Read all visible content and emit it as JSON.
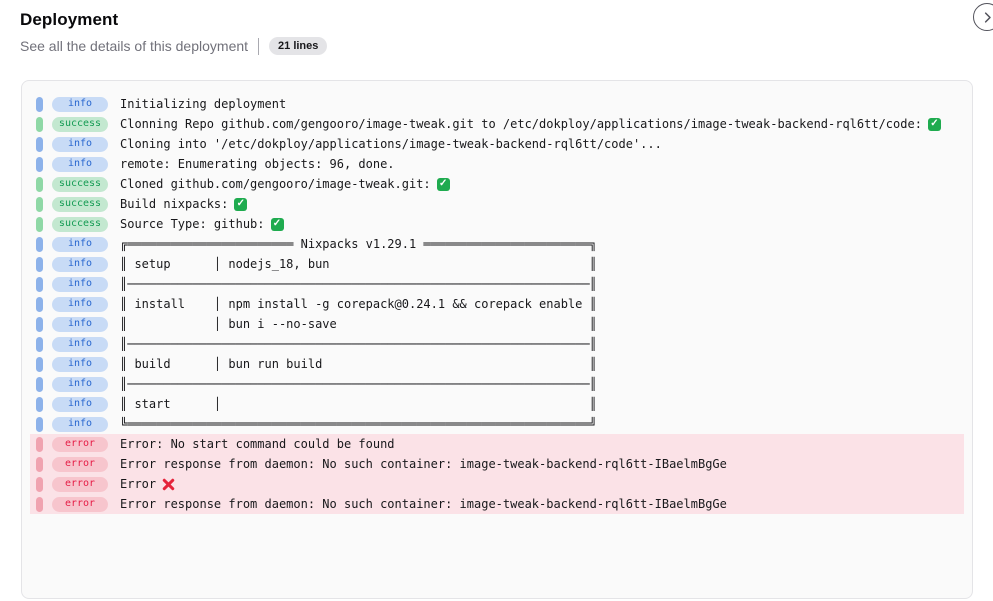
{
  "header": {
    "title": "Deployment",
    "subtitle": "See all the details of this deployment",
    "lines_badge": "21 lines"
  },
  "icons": {
    "check_emoji": "✓",
    "cross_emoji": "✕",
    "close_button": "chevron-right"
  },
  "colors": {
    "info_bar": "#8db2ea",
    "info_badge_bg": "#c8dbf6",
    "info_badge_text": "#2766cf",
    "success_bar": "#8fd8a6",
    "success_badge_bg": "#c3e8d0",
    "success_badge_text": "#149b53",
    "error_bar": "#f0a3b0",
    "error_badge_bg": "#f7c5cd",
    "error_badge_text": "#e51c45",
    "error_row_bg": "#fbe2e7"
  },
  "log": {
    "levels": {
      "info": {
        "label": "info"
      },
      "success": {
        "label": "success"
      },
      "error": {
        "label": "error"
      }
    },
    "lines": [
      {
        "level": "info",
        "text": "Initializing deployment",
        "emoji": null
      },
      {
        "level": "success",
        "text": "Clonning Repo github.com/gengooro/image-tweak.git to /etc/dokploy/applications/image-tweak-backend-rql6tt/code:",
        "emoji": "check"
      },
      {
        "level": "info",
        "text": "Cloning into '/etc/dokploy/applications/image-tweak-backend-rql6tt/code'...",
        "emoji": null
      },
      {
        "level": "info",
        "text": "remote: Enumerating objects: 96, done.",
        "emoji": null
      },
      {
        "level": "success",
        "text": "Cloned github.com/gengooro/image-tweak.git:",
        "emoji": "check"
      },
      {
        "level": "success",
        "text": "Build nixpacks:",
        "emoji": "check"
      },
      {
        "level": "success",
        "text": "Source Type: github:",
        "emoji": "check"
      },
      {
        "level": "info",
        "text": "╔═══════════════════════ Nixpacks v1.29.1 ═══════════════════════╗",
        "emoji": null
      },
      {
        "level": "info",
        "text": "║ setup      │ nodejs_18, bun                                    ║",
        "emoji": null
      },
      {
        "level": "info",
        "text": "║────────────────────────────────────────────────────────────────║",
        "emoji": null
      },
      {
        "level": "info",
        "text": "║ install    │ npm install -g corepack@0.24.1 && corepack enable ║",
        "emoji": null
      },
      {
        "level": "info",
        "text": "║            │ bun i --no-save                                   ║",
        "emoji": null
      },
      {
        "level": "info",
        "text": "║────────────────────────────────────────────────────────────────║",
        "emoji": null
      },
      {
        "level": "info",
        "text": "║ build      │ bun run build                                     ║",
        "emoji": null
      },
      {
        "level": "info",
        "text": "║────────────────────────────────────────────────────────────────║",
        "emoji": null
      },
      {
        "level": "info",
        "text": "║ start      │                                                   ║",
        "emoji": null
      },
      {
        "level": "info",
        "text": "╚════════════════════════════════════════════════════════════════╝",
        "emoji": null
      },
      {
        "level": "error",
        "text": "Error: No start command could be found",
        "emoji": null
      },
      {
        "level": "error",
        "text": "Error response from daemon: No such container: image-tweak-backend-rql6tt-IBaelmBgGe",
        "emoji": null
      },
      {
        "level": "error",
        "text": "Error",
        "emoji": "cross"
      },
      {
        "level": "error",
        "text": "Error response from daemon: No such container: image-tweak-backend-rql6tt-IBaelmBgGe",
        "emoji": null
      }
    ]
  }
}
